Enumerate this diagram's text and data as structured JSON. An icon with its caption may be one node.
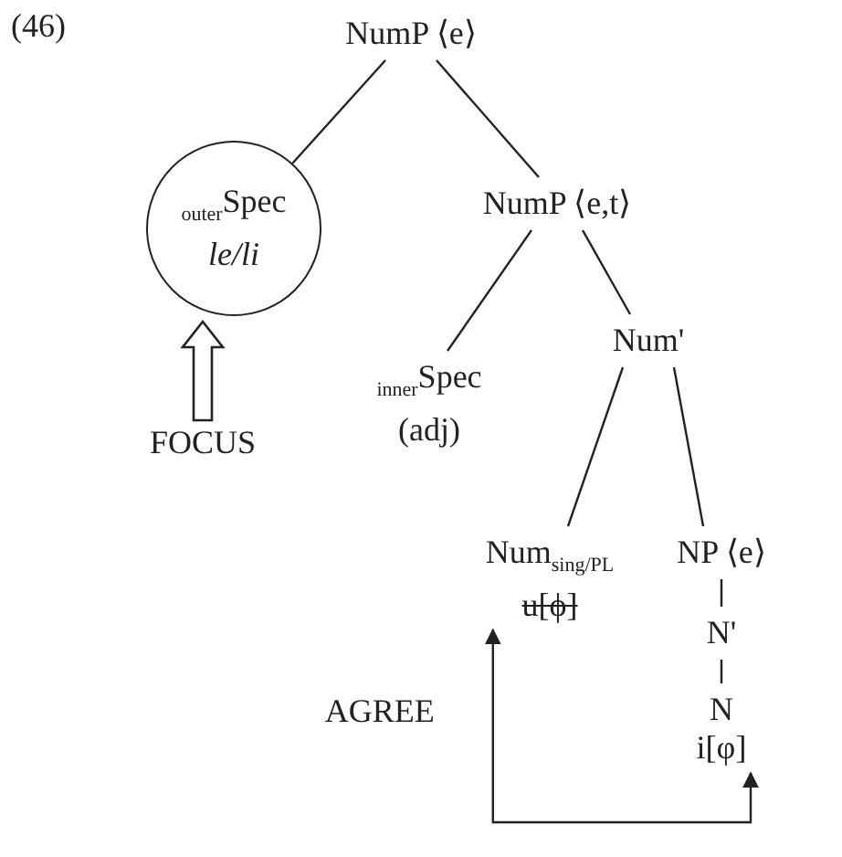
{
  "diagram": {
    "nodes": [
      {
        "text": [
          "NumP ⟨e⟩"
        ]
      },
      {
        "text": [
          "$_{outer}$Spec",
          "le/li"
        ]
      },
      {
        "text": [
          "NumP ⟨e,t⟩"
        ]
      },
      {
        "text": [
          "$_{inner}$Spec",
          "(adj)"
        ]
      },
      {
        "text": [
          "Num'"
        ]
      },
      {
        "text": [
          "Num$_{sing/PL}$",
          "u[ϕ]"
        ]
      },
      {
        "text": [
          "NP ⟨e⟩"
        ]
      },
      {
        "text": [
          "N'"
        ]
      },
      {
        "text": [
          "N",
          "i[φ]"
        ]
      },
      {
        "text": [
          "FOCUS"
        ]
      }
    ],
    "edges": [
      {
        "from": 0,
        "to": 1,
        "arrow": "none"
      },
      {
        "from": 0,
        "to": 2,
        "arrow": "none"
      },
      {
        "from": 2,
        "to": 3,
        "arrow": "none"
      },
      {
        "from": 2,
        "to": 4,
        "arrow": "none"
      },
      {
        "from": 4,
        "to": 5,
        "arrow": "none"
      },
      {
        "from": 4,
        "to": 6,
        "arrow": "none"
      },
      {
        "from": 6,
        "to": 7,
        "arrow": "none"
      },
      {
        "from": 7,
        "to": 8,
        "arrow": "none"
      },
      {
        "from": 9,
        "to": 1,
        "arrow": "to",
        "style": "thick"
      },
      {
        "from": 8,
        "to": 5,
        "arrow": "both",
        "label": "AGREE"
      }
    ],
    "labels": [
      "(46)"
    ]
  }
}
